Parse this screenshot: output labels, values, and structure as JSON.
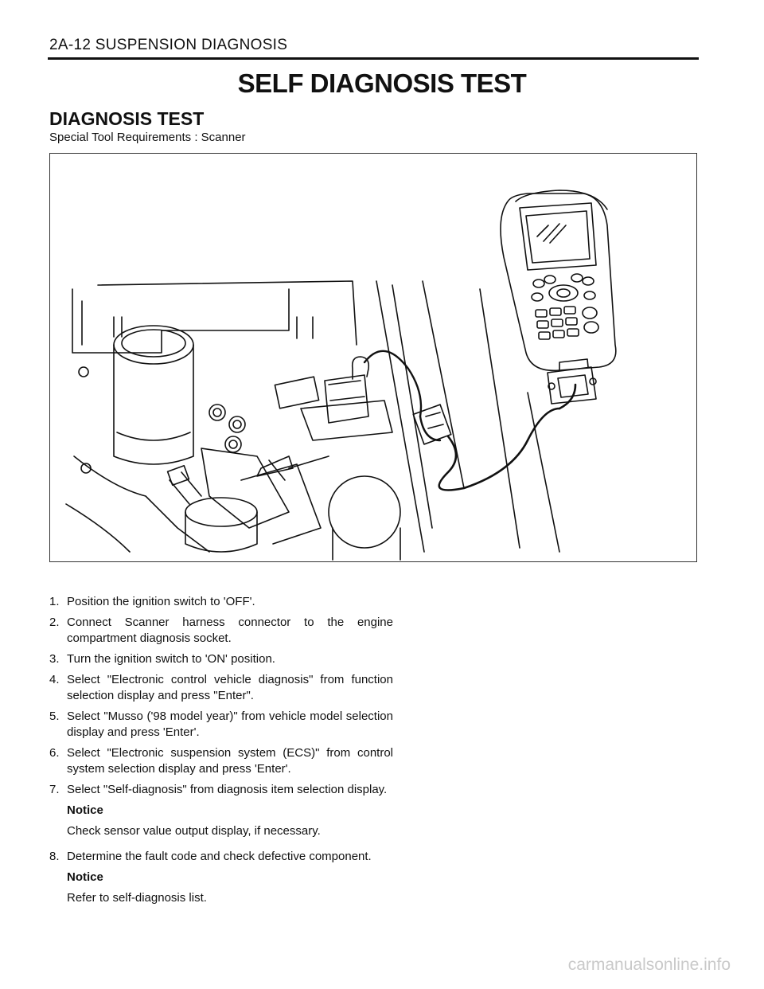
{
  "header": {
    "text": "2A-12  SUSPENSION DIAGNOSIS"
  },
  "title": "SELF DIAGNOSIS TEST",
  "section": {
    "heading": "DIAGNOSIS TEST",
    "tool_requirements": "Special Tool Requirements : Scanner"
  },
  "steps": [
    {
      "num": "1.",
      "text": "Position the ignition switch to 'OFF'."
    },
    {
      "num": "2.",
      "text": "Connect Scanner harness connector to the engine compartment diagnosis socket."
    },
    {
      "num": "3.",
      "text": "Turn the ignition switch to 'ON' position."
    },
    {
      "num": "4.",
      "text": "Select \"Electronic control vehicle diagnosis\" from function selection display and press \"Enter\"."
    },
    {
      "num": "5.",
      "text": "Select \"Musso ('98 model year)\" from vehicle model selection display and press 'Enter'."
    },
    {
      "num": "6.",
      "text": "Select \"Electronic suspension system (ECS)\" from control system selection display and press 'Enter'."
    },
    {
      "num": "7.",
      "text": "Select \"Self-diagnosis\" from diagnosis item selection display."
    }
  ],
  "notice1": {
    "label": "Notice",
    "text": "Check sensor value output display, if necessary."
  },
  "step8": {
    "num": "8.",
    "text": "Determine the fault code and check defective component."
  },
  "notice2": {
    "label": "Notice",
    "text": "Refer to self-diagnosis list."
  },
  "watermark": "carmanualsonline.info"
}
